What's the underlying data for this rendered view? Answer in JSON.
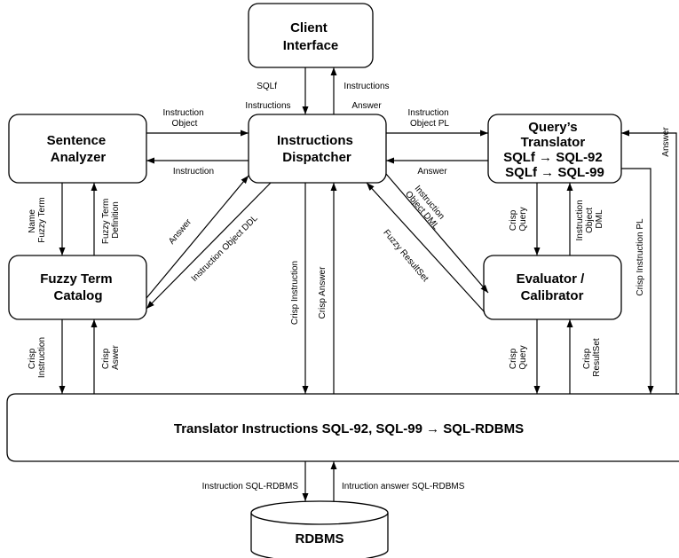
{
  "boxes": {
    "client_interface": [
      "Client",
      "Interface"
    ],
    "sentence_analyzer": [
      "Sentence",
      "Analyzer"
    ],
    "instructions_dispatcher": [
      "Instructions",
      "Dispatcher"
    ],
    "query_translator": [
      "Query’s",
      "Translator",
      "SQLf → SQL-92",
      "SQLf → SQL-99"
    ],
    "fuzzy_term_catalog": [
      "Fuzzy Term",
      "Catalog"
    ],
    "evaluator_calibrator": [
      "Evaluator /",
      "Calibrator"
    ],
    "translator_instructions": "Translator Instructions SQL-92, SQL-99 → SQL-RDBMS",
    "rdbms": "RDBMS"
  },
  "labels": {
    "sqlf_instructions": [
      "SQLf",
      "Instructions"
    ],
    "ci_instructions": "Instructions",
    "ci_answer": "Answer",
    "sa_instruction_object": [
      "Instruction",
      "Object"
    ],
    "sa_instruction": "Instruction",
    "qt_instruction_object_pl": [
      "Instruction",
      "Object PL"
    ],
    "qt_answer": "Answer",
    "name_fuzzy_term": [
      "Name",
      "Fuzzy Term"
    ],
    "fuzzy_term_definition": [
      "Fuzzy Term",
      "Definition"
    ],
    "ftc_answer": "Answer",
    "instruction_object_ddl": "Instruction Object  DDL",
    "crisp_instruction_mid": "Crisp Instruction",
    "crisp_answer_mid": "Crisp Answer",
    "fuzzy_resultset": "Fuzzy ResultSet",
    "instruction_object_dml": [
      "Instruction",
      "Object DML"
    ],
    "crisp_query_top": [
      "Crisp",
      "Query"
    ],
    "instruction_object_dml_vertical": [
      "Instruction",
      "Object",
      "DML"
    ],
    "crisp_instruction_pl": "Crisp Instruction PL",
    "answer_right": "Answer",
    "crisp_instruction_left": [
      "Crisp",
      "Instruction"
    ],
    "crisp_asswer": [
      "Crisp",
      "Aswer"
    ],
    "crisp_query_bottom": [
      "Crisp",
      "Query"
    ],
    "crisp_resultset": [
      "Crisp",
      "ResultSet"
    ],
    "instruction_sql_rdbms": "Instruction SQL-RDBMS",
    "intruction_answer_sql_rdbms": "Intruction answer SQL-RDBMS"
  }
}
